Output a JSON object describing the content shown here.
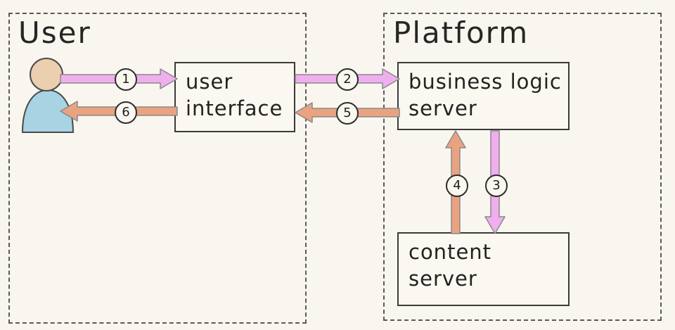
{
  "diagram_title": "user-platform-request-flow",
  "containers": {
    "user": {
      "label": "User"
    },
    "platform": {
      "label": "Platform"
    }
  },
  "nodes": {
    "user_interface": {
      "line1": "user",
      "line2": "interface"
    },
    "business_logic_server": {
      "line1": "business logic",
      "line2": "server"
    },
    "content_server": {
      "line1": "content",
      "line2": "server"
    }
  },
  "actor": {
    "name": "user-person",
    "head_color": "#eccfae",
    "body_color": "#a7d3e2"
  },
  "arrows": {
    "a1": {
      "step": "1",
      "from": "user",
      "to": "user interface",
      "direction": "right"
    },
    "a2": {
      "step": "2",
      "from": "user interface",
      "to": "business logic server",
      "direction": "right"
    },
    "a3": {
      "step": "3",
      "from": "business logic server",
      "to": "content server",
      "direction": "down"
    },
    "a4": {
      "step": "4",
      "from": "content server",
      "to": "business logic server",
      "direction": "up"
    },
    "a5": {
      "step": "5",
      "from": "business logic server",
      "to": "user interface",
      "direction": "left"
    },
    "a6": {
      "step": "6",
      "from": "user interface",
      "to": "user",
      "direction": "left"
    }
  },
  "colors": {
    "pink": "#efaeee",
    "orange": "#e9a381",
    "ink": "#2f2f2f",
    "paper": "#f9f6ef"
  }
}
